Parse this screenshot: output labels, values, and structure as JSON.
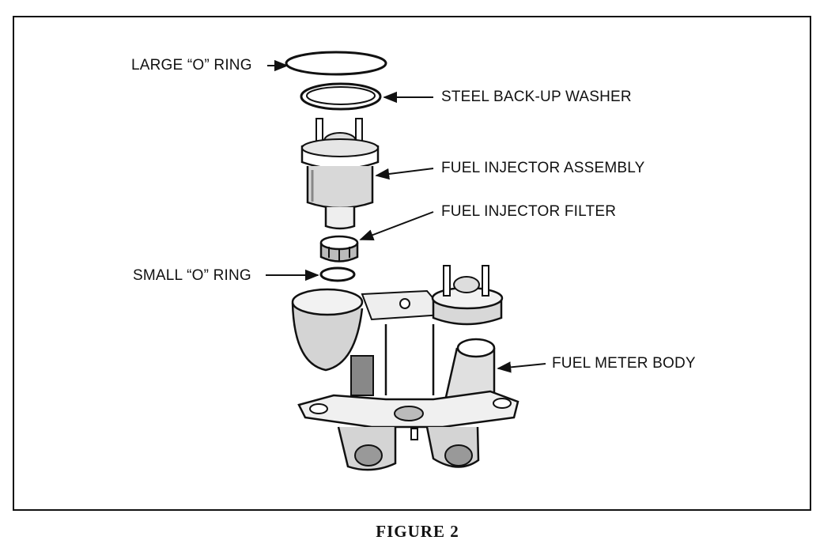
{
  "diagram": {
    "caption": "FIGURE 2",
    "labels": {
      "large_o_ring": "LARGE “O” RING",
      "steel_washer": "STEEL BACK-UP WASHER",
      "injector_assembly": "FUEL INJECTOR ASSEMBLY",
      "injector_filter": "FUEL INJECTOR FILTER",
      "small_o_ring": "SMALL “O” RING",
      "fuel_meter_body": "FUEL METER BODY"
    },
    "colors": {
      "ink": "#111111",
      "paper": "#ffffff",
      "shade": "#cfcfcf"
    }
  }
}
